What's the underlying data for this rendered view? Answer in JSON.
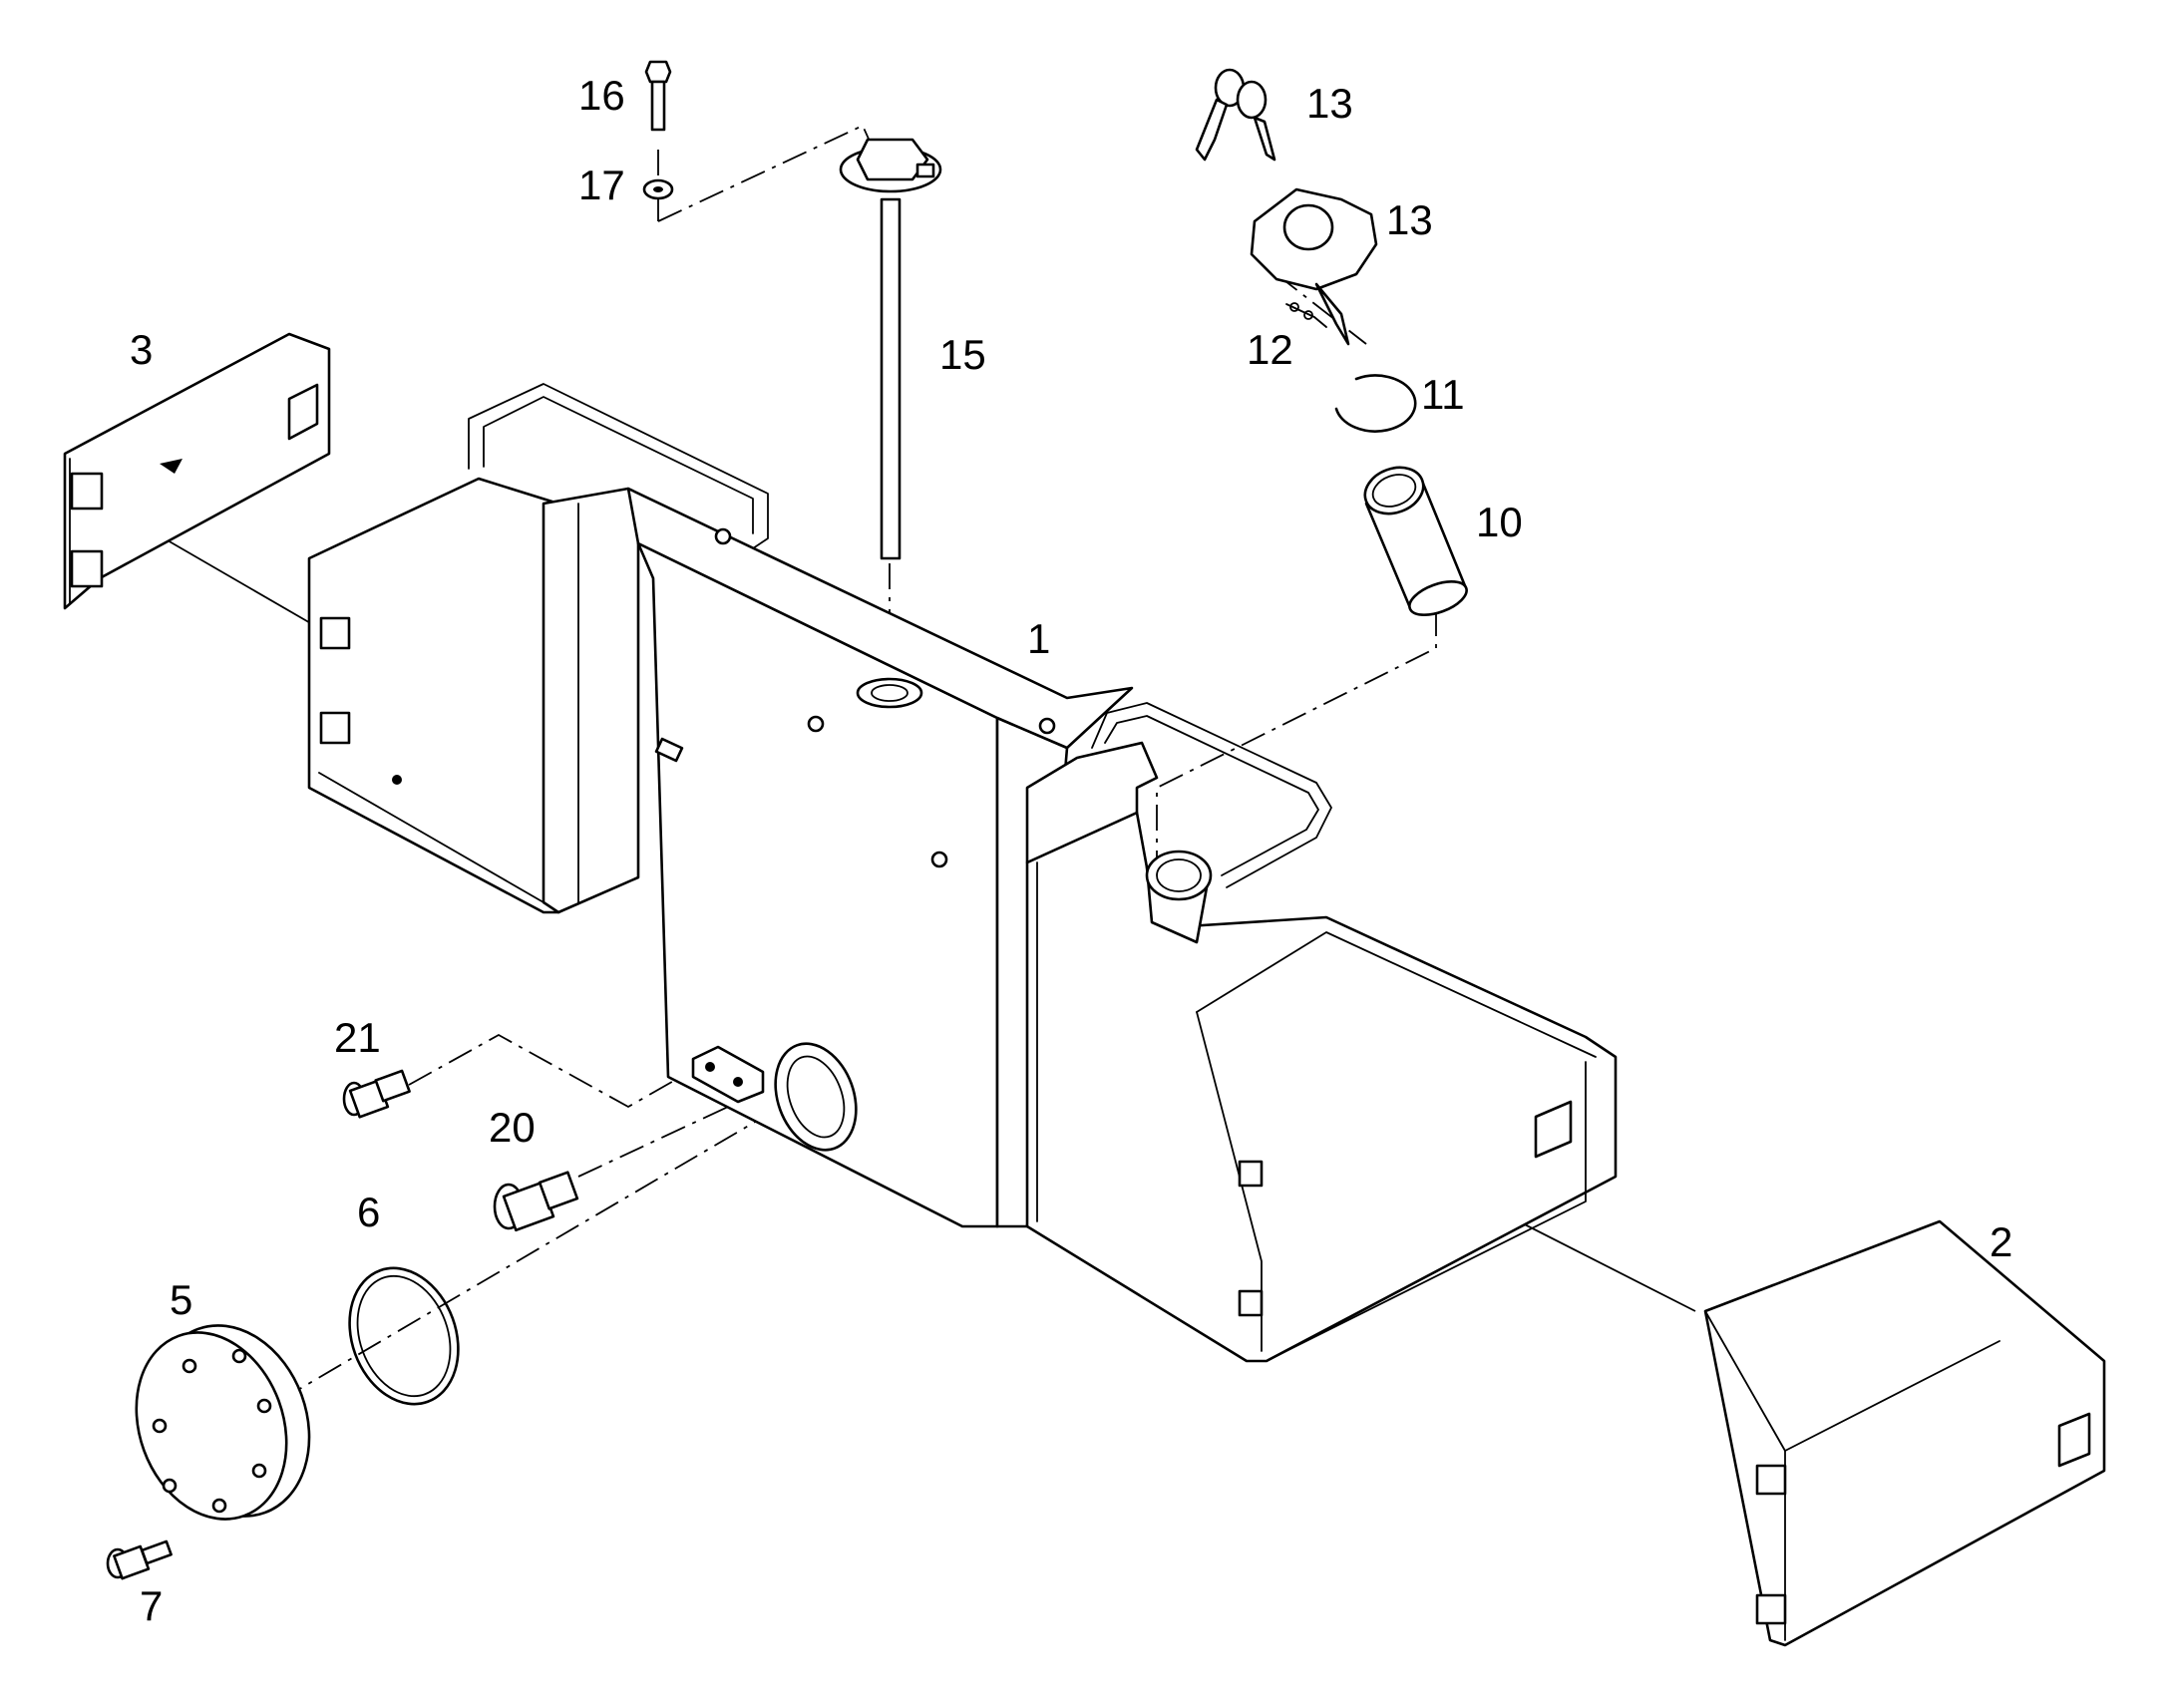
{
  "diagram": {
    "callouts": {
      "c1": "1",
      "c2": "2",
      "c3": "3",
      "c5": "5",
      "c6": "6",
      "c7": "7",
      "c10": "10",
      "c11": "11",
      "c12": "12",
      "c13a": "13",
      "c13b": "13",
      "c15": "15",
      "c16": "16",
      "c17": "17",
      "c20": "20",
      "c21": "21"
    }
  }
}
